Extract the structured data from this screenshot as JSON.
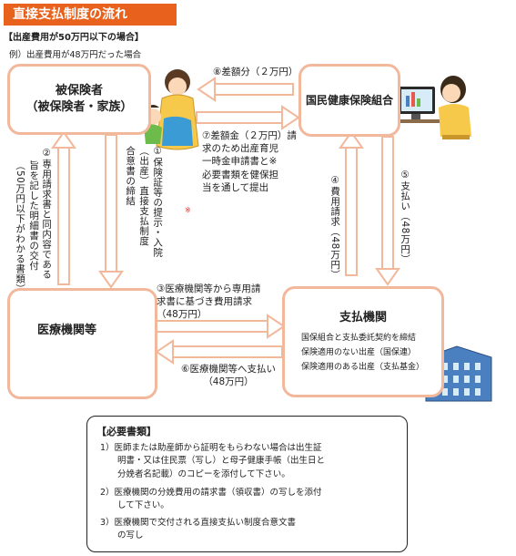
{
  "title": "直接支払制度の流れ",
  "subtitle": "【出産費用が50万円以下の場合】",
  "example": "例）出産費用が48万円だった場合",
  "boxes": {
    "insured": "被保険者\n（被保険者・家族）",
    "union": "国民健康保険組合",
    "medical": "医療機関等",
    "payer": "支払機関"
  },
  "payer_notes": [
    "国保組合と支払委託契約を締結",
    "保険適用のない出産（国保連）",
    "保険適用のある出産（支払基金）"
  ],
  "steps": {
    "s1": "①保険証等の提示・入院",
    "s1b": "（出産）直接支払制度",
    "s1c": "合意書の締結",
    "s1_mark": "※",
    "s2": "②専用請求書と同内容である",
    "s2b": "旨を記した明細書の交付",
    "s2c": "（50万円以下がわかる書類）",
    "s3": "③医療機関等から専用請\n求書に基づき費用請求\n（48万円）",
    "s4": "④費用請求（48万円）",
    "s5": "⑤支払い（48万円）",
    "s6": "⑥医療機関等へ支払い\n（48万円）",
    "s7": "⑦差額金（２万円）請\n求のため出産育児\n一時金申請書と※\n必要書類を健保担\n当を通して提出",
    "s8": "⑧差額分（２万円）"
  },
  "requirements": {
    "heading": "【必要書類】",
    "items": [
      "1）医師または助産師から証明をもらわない場合は出生証\n　　明書・又は住民票（写し）と母子健康手帳（出生日と\n　　分娩者名記載）のコピーを添付して下さい。",
      "2）医療機関の分娩費用の請求書（領収書）の写しを添付\n　　して下さい。",
      "3）医療機関で交付される直接支払い制度合意文書\n　　の写し"
    ]
  },
  "colors": {
    "title_bg": "#e8621e",
    "box_border": "#f2b89b",
    "arrow": "#f2b89b",
    "building": "#4a7fc0"
  }
}
